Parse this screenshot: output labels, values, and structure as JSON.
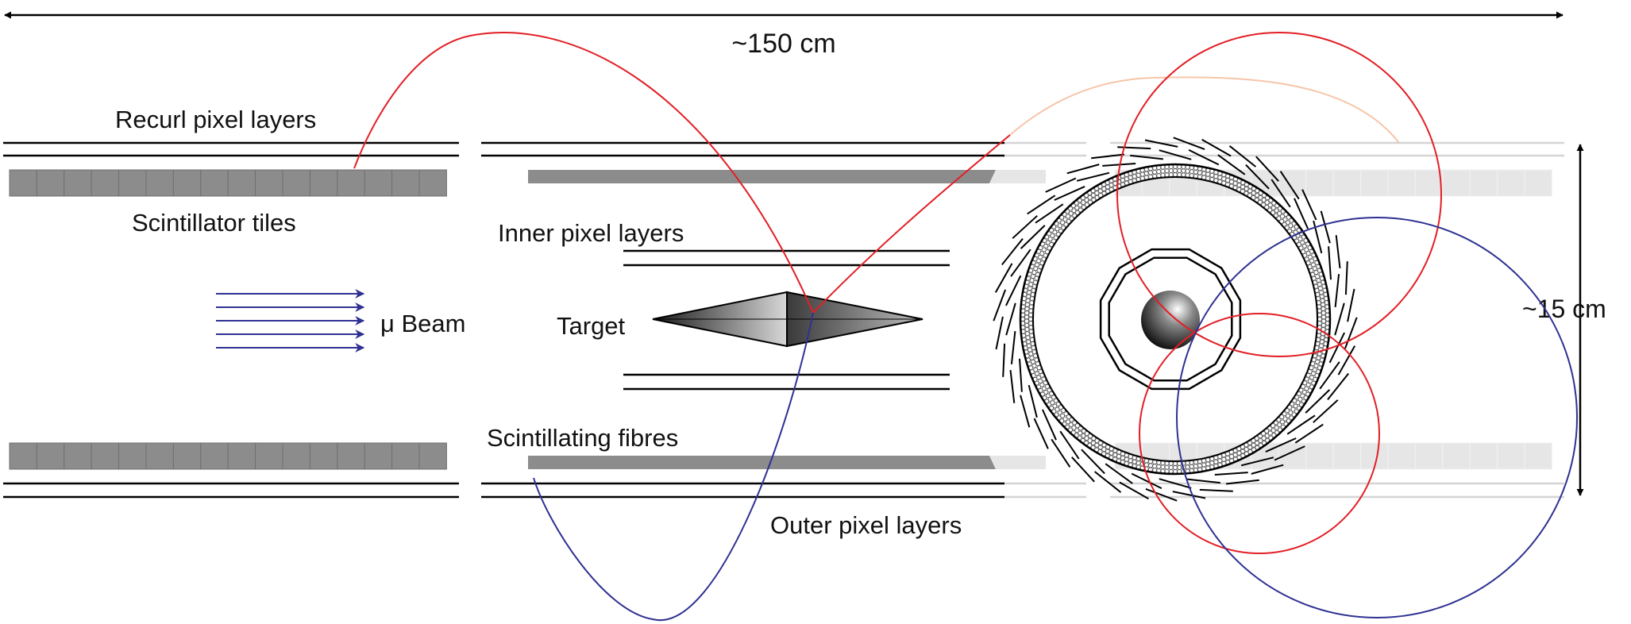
{
  "labels": {
    "length": "~150 cm",
    "height": "~15 cm",
    "recurl": "Recurl pixel layers",
    "tiles": "Scintillator tiles",
    "inner": "Inner pixel layers",
    "target": "Target",
    "beam": "μ Beam",
    "fibres": "Scintillating fibres",
    "outer": "Outer pixel layers"
  },
  "colors": {
    "electron_track": "#e21f26",
    "positron_track": "#2e3192",
    "faded_track": "#f6c5a8",
    "beam": "#2e3192",
    "tile_fill": "#8c8c8c",
    "faded_detector": "#e6e6e6",
    "detector_line": "#000000"
  },
  "icons": {
    "dimension_arrow": "double-headed-arrow",
    "beam_arrow": "right-arrow"
  }
}
